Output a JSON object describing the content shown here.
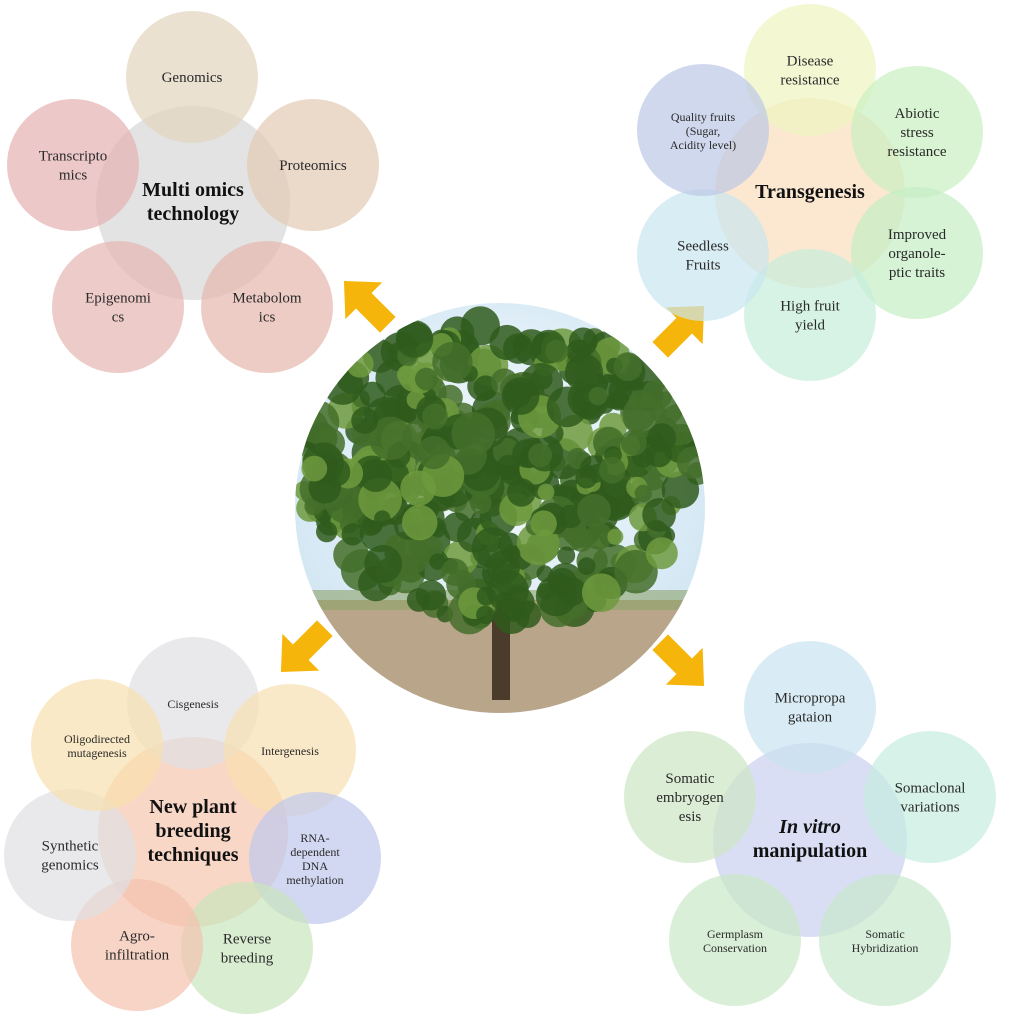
{
  "colors": {
    "arrow": "#F5B50A",
    "canopy_dark": "#2f5a1c",
    "canopy_light": "#6f9a3e",
    "sky": "#dfeef7",
    "ground": "#b9a58a"
  },
  "groups": [
    {
      "id": "multi-omics",
      "hub": {
        "lines": [
          "Multi omics",
          "technology"
        ],
        "italic": false,
        "color": "#d9d9d9"
      },
      "satellites": [
        {
          "lines": [
            "Genomics"
          ],
          "color": "#e3d4bd"
        },
        {
          "lines": [
            "Proteomics"
          ],
          "color": "#e3c9b4"
        },
        {
          "lines": [
            "Metabolom",
            "ics"
          ],
          "color": "#e5b6ad"
        },
        {
          "lines": [
            "Epigenomi",
            "cs"
          ],
          "color": "#e6b5b0"
        },
        {
          "lines": [
            "Transcripto",
            "mics"
          ],
          "color": "#e5b0b0"
        }
      ]
    },
    {
      "id": "transgenesis",
      "hub": {
        "lines": [
          "Transgenesis"
        ],
        "italic": false,
        "color": "#fbe0c2"
      },
      "satellites": [
        {
          "lines": [
            "Disease",
            "resistance"
          ],
          "color": "#eef5c0"
        },
        {
          "lines": [
            "Abiotic",
            "stress",
            "resistance"
          ],
          "color": "#c9efc0"
        },
        {
          "lines": [
            "Improved",
            "organole-",
            "ptic traits"
          ],
          "color": "#c4eec4"
        },
        {
          "lines": [
            "High fruit",
            "yield"
          ],
          "color": "#c6eedb"
        },
        {
          "lines": [
            "Seedless",
            "Fruits"
          ],
          "color": "#c9e6ef"
        },
        {
          "lines": [
            "Quality fruits",
            "(Sugar,",
            "Acidity level)"
          ],
          "color": "#bcc7e6",
          "small": true
        }
      ]
    },
    {
      "id": "new-plant-breeding",
      "hub": {
        "lines": [
          "New plant",
          "breeding",
          "techniques"
        ],
        "italic": false,
        "color": "#f6c9b4"
      },
      "satellites": [
        {
          "lines": [
            "Cisgenesis"
          ],
          "color": "#e0e0e4",
          "small": true
        },
        {
          "lines": [
            "Intergenesis"
          ],
          "color": "#f8e0b0",
          "small": true
        },
        {
          "lines": [
            "RNA-",
            "dependent",
            "DNA",
            "methylation"
          ],
          "color": "#bfc8ec",
          "small": true
        },
        {
          "lines": [
            "Reverse",
            "breeding"
          ],
          "color": "#c9e6bd"
        },
        {
          "lines": [
            "Agro-",
            "infiltration"
          ],
          "color": "#f4c2ae"
        },
        {
          "lines": [
            "Synthetic",
            "genomics"
          ],
          "color": "#dfdfe3"
        },
        {
          "lines": [
            "Oligodirected",
            "mutagenesis"
          ],
          "color": "#f8dfae",
          "small": true
        }
      ]
    },
    {
      "id": "in-vitro",
      "hub": {
        "lines": [
          "In vitro",
          "manipulation"
        ],
        "italic_first": true,
        "color": "#cdd3f2"
      },
      "satellites": [
        {
          "lines": [
            "Micropropa",
            "gataion"
          ],
          "color": "#c9e3ef"
        },
        {
          "lines": [
            "Somaclonal",
            "variations"
          ],
          "color": "#c6ecdf"
        },
        {
          "lines": [
            "Somatic",
            "Hybridization"
          ],
          "color": "#c8e8cc",
          "small": true
        },
        {
          "lines": [
            "Germplasm",
            "Conservation"
          ],
          "color": "#cbe8c6",
          "small": true
        },
        {
          "lines": [
            "Somatic",
            "embryogen",
            "esis"
          ],
          "color": "#cde6c4"
        }
      ]
    }
  ]
}
